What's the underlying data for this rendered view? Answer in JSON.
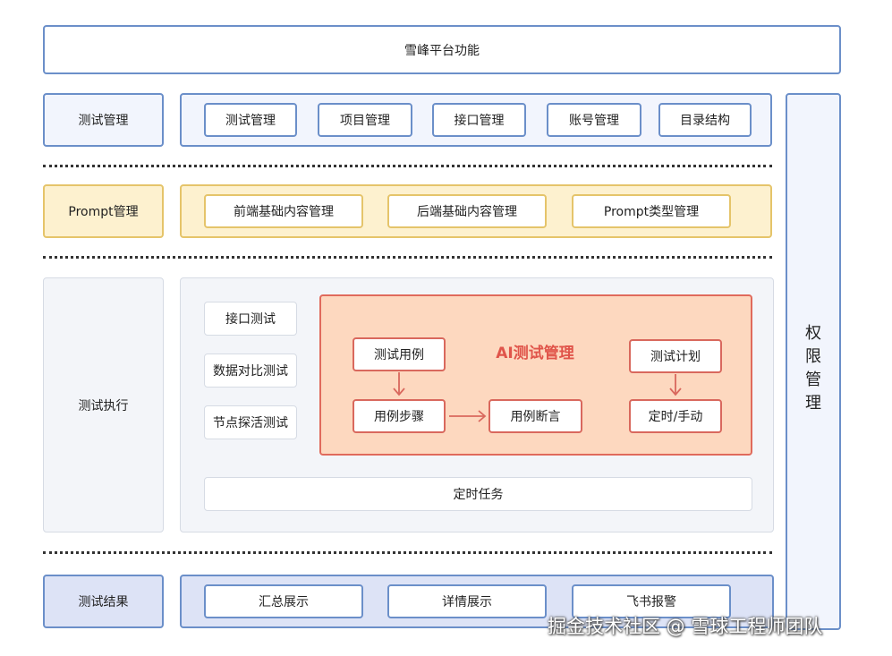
{
  "header": {
    "title": "雪峰平台功能"
  },
  "rows": {
    "test_mgmt": {
      "label": "测试管理",
      "items": [
        "测试管理",
        "项目管理",
        "接口管理",
        "账号管理",
        "目录结构"
      ]
    },
    "prompt_mgmt": {
      "label": "Prompt管理",
      "items": [
        "前端基础内容管理",
        "后端基础内容管理",
        "Prompt类型管理"
      ]
    },
    "test_exec": {
      "label": "测试执行",
      "left_items": [
        "接口测试",
        "数据对比测试",
        "节点探活测试"
      ],
      "ai": {
        "title": "AI测试管理",
        "case": "测试用例",
        "steps": "用例步骤",
        "assert": "用例断言",
        "plan": "测试计划",
        "trigger": "定时/手动"
      },
      "scheduled": "定时任务"
    },
    "test_result": {
      "label": "测试结果",
      "items": [
        "汇总展示",
        "详情展示",
        "飞书报警"
      ]
    }
  },
  "side": {
    "chars": [
      "权",
      "限",
      "管",
      "理"
    ]
  },
  "watermark": "掘金技术社区 @ 雪球工程师团队",
  "colors": {
    "blue_border": "#6b8fc9",
    "yellow_border": "#e5c46a",
    "ai_border": "#e06a5c",
    "ai_fill": "#fdd8bf",
    "ai_title": "#e0544a"
  }
}
